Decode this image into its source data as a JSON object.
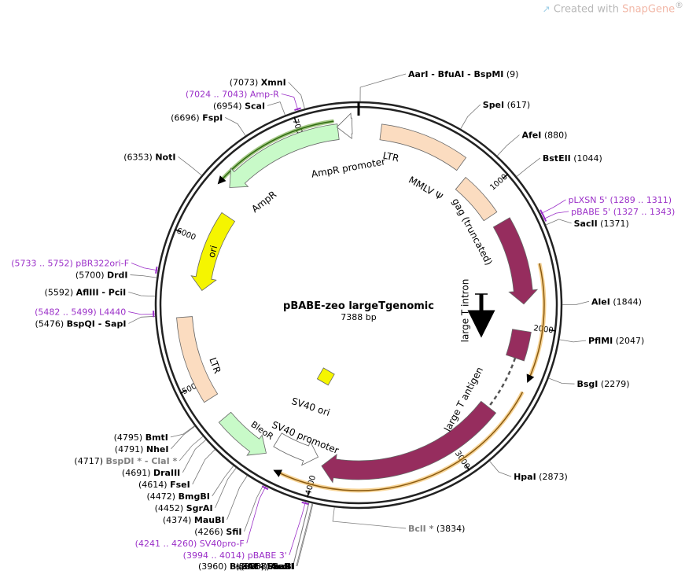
{
  "watermark": {
    "logo_glyph": "↗",
    "prefix": "Created with ",
    "brand": "SnapGene",
    "sup": "®"
  },
  "plasmid": {
    "name": "pBABE-zeo largeTgenomic",
    "length_label": "7388 bp",
    "total": 7388
  },
  "colors": {
    "primer": "#9b30c8",
    "label": "#000000",
    "gray": "#808080",
    "ltr": "#fbdcc0",
    "ampr": "#c8fac8",
    "ori": "#f5f500",
    "largeT": "#962d5e",
    "orf": "#f0b040",
    "ampr_orf": "#5a9a20"
  },
  "ticks": [
    {
      "pos": 1000,
      "label": "1000"
    },
    {
      "pos": 2000,
      "label": "2000"
    },
    {
      "pos": 3000,
      "label": "3000"
    },
    {
      "pos": 4000,
      "label": "4000"
    },
    {
      "pos": 5000,
      "label": "5000"
    },
    {
      "pos": 6000,
      "label": "6000"
    },
    {
      "pos": 7000,
      "label": "7000"
    }
  ],
  "sites": [
    {
      "pos": 9,
      "name": "AarI  -  BfuAI  -  BspMI",
      "num": "(9)",
      "side": "right"
    },
    {
      "pos": 617,
      "name": "SpeI",
      "num": "(617)",
      "side": "right"
    },
    {
      "pos": 880,
      "name": "AfeI",
      "num": "(880)",
      "side": "right"
    },
    {
      "pos": 1044,
      "name": "BstEII",
      "num": "(1044)",
      "side": "right"
    },
    {
      "pos": 1371,
      "name": "SacII",
      "num": "(1371)",
      "side": "right"
    },
    {
      "pos": 1844,
      "name": "AleI",
      "num": "(1844)",
      "side": "right"
    },
    {
      "pos": 2047,
      "name": "PflMI",
      "num": "(2047)",
      "side": "right"
    },
    {
      "pos": 2279,
      "name": "BsgI",
      "num": "(2279)",
      "side": "right"
    },
    {
      "pos": 2873,
      "name": "HpaI",
      "num": "(2873)",
      "side": "right"
    },
    {
      "pos": 3834,
      "name": "BclI *",
      "num": "(3834)",
      "side": "right",
      "gray": true
    },
    {
      "pos": 3960,
      "name": "BsaAI  -  SnaBI",
      "num": "(3960)",
      "side": "left"
    },
    {
      "pos": 3965,
      "name": "EcoRI",
      "num": "(3965)",
      "side": "left"
    },
    {
      "pos": 3983,
      "name": "SalI",
      "num": "(3983)",
      "side": "left"
    },
    {
      "pos": 3984,
      "name": "AccI",
      "num": "(3984)",
      "side": "left"
    },
    {
      "pos": 4266,
      "name": "SfiI",
      "num": "(4266)",
      "side": "left"
    },
    {
      "pos": 4374,
      "name": "MauBI",
      "num": "(4374)",
      "side": "left"
    },
    {
      "pos": 4452,
      "name": "SgrAI",
      "num": "(4452)",
      "side": "left"
    },
    {
      "pos": 4472,
      "name": "BmgBI",
      "num": "(4472)",
      "side": "left"
    },
    {
      "pos": 4614,
      "name": "FseI",
      "num": "(4614)",
      "side": "left"
    },
    {
      "pos": 4691,
      "name": "DraIII",
      "num": "(4691)",
      "side": "left"
    },
    {
      "pos": 4717,
      "name": "BspDI *  -  ClaI *",
      "num": "(4717)",
      "side": "left",
      "gray": true
    },
    {
      "pos": 4791,
      "name": "NheI",
      "num": "(4791)",
      "side": "left"
    },
    {
      "pos": 4795,
      "name": "BmtI",
      "num": "(4795)",
      "side": "left"
    },
    {
      "pos": 5476,
      "name": "BspQI  -  SapI",
      "num": "(5476)",
      "side": "left"
    },
    {
      "pos": 5592,
      "name": "AflIII  -  PciI",
      "num": "(5592)",
      "side": "left"
    },
    {
      "pos": 5700,
      "name": "DrdI",
      "num": "(5700)",
      "side": "left"
    },
    {
      "pos": 6353,
      "name": "NotI",
      "num": "(6353)",
      "side": "left"
    },
    {
      "pos": 6696,
      "name": "FspI",
      "num": "(6696)",
      "side": "left"
    },
    {
      "pos": 6954,
      "name": "ScaI",
      "num": "(6954)",
      "side": "left"
    },
    {
      "pos": 7073,
      "name": "XmnI",
      "num": "(7073)",
      "side": "left"
    }
  ],
  "primers": [
    {
      "name": "pLXSN 5'",
      "range": "(1289 .. 1311)",
      "start": 1289,
      "end": 1311,
      "side": "right"
    },
    {
      "name": "pBABE 5'",
      "range": "(1327 .. 1343)",
      "start": 1327,
      "end": 1343,
      "side": "right"
    },
    {
      "name": "SV40pro-F",
      "range": "(4241 .. 4260)",
      "start": 4241,
      "end": 4260,
      "side": "left"
    },
    {
      "name": "pBABE 3'",
      "range": "(3994 .. 4014)",
      "start": 3994,
      "end": 4014,
      "side": "left"
    },
    {
      "name": "L4440",
      "range": "(5482 .. 5499)",
      "start": 5482,
      "end": 5499,
      "side": "left"
    },
    {
      "name": "pBR322ori-F",
      "range": "(5733 .. 5752)",
      "start": 5733,
      "end": 5752,
      "side": "left"
    },
    {
      "name": "Amp-R",
      "range": "(7024 .. 7043)",
      "start": 7024,
      "end": 7043,
      "side": "left"
    }
  ],
  "features": [
    {
      "name": "LTR",
      "start": 150,
      "end": 740,
      "dir": "none",
      "track": "ltr",
      "color": "#fbdcc0"
    },
    {
      "name": "MMLV Ψ",
      "start": 820,
      "end": 1150,
      "dir": "none",
      "track": "psi",
      "color": "#fbdcc0"
    },
    {
      "name": "gag (truncated)",
      "start": 1230,
      "end": 1840,
      "dir": "cw",
      "track": "gag",
      "color": "#962d5e"
    },
    {
      "name": "large T antigen",
      "start": 2030,
      "end": 2230,
      "dir": "none",
      "track": "gag",
      "color": "#962d5e"
    },
    {
      "name": "large T antigen",
      "start": 2630,
      "end": 3960,
      "dir": "cw",
      "track": "gag",
      "color": "#962d5e"
    },
    {
      "name": "large T intron",
      "start": 2230,
      "end": 2630,
      "dir": "none",
      "track": "intron",
      "color": "#555555"
    },
    {
      "name": "SV40 promoter",
      "start": 4000,
      "end": 4330,
      "dir": "ccw",
      "track": "svprom",
      "color": "#ffffff"
    },
    {
      "name": "BleoR",
      "start": 4350,
      "end": 4720,
      "dir": "ccw",
      "track": "bleo",
      "color": "#c8fac8"
    },
    {
      "name": "LTR",
      "start": 4880,
      "end": 5460,
      "dir": "none",
      "track": "ltr2",
      "color": "#fbdcc0"
    },
    {
      "name": "ori",
      "start": 5650,
      "end": 6240,
      "dir": "ccw",
      "track": "ori",
      "color": "#f5f500"
    },
    {
      "name": "AmpR",
      "start": 6410,
      "end": 7250,
      "dir": "ccw",
      "track": "ampr",
      "color": "#c8fac8"
    },
    {
      "name": "AmpR promoter",
      "start": 7245,
      "end": 7345,
      "dir": "ccw",
      "track": "ampprom",
      "color": "#ffffff"
    }
  ],
  "orfs": [
    {
      "start": 1580,
      "end": 2330,
      "dir": "cw",
      "color": "#f0b040"
    },
    {
      "start": 2420,
      "end": 4230,
      "dir": "cw",
      "color": "#f0b040"
    },
    {
      "start": 6400,
      "end": 7230,
      "dir": "ccw",
      "color": "#5a9a20"
    }
  ],
  "labels": {
    "ltr": "LTR",
    "psi": "MMLV Ψ",
    "gag": "gag (truncated)",
    "intron": "large T intron",
    "largeT": "large T antigen",
    "sv40ori": "SV40 ori",
    "svprom": "SV40 promoter",
    "bleo": "BleoR",
    "ltr2": "LTR",
    "ori": "ori",
    "ampr": "AmpR",
    "ampprom": "AmpR promoter"
  }
}
